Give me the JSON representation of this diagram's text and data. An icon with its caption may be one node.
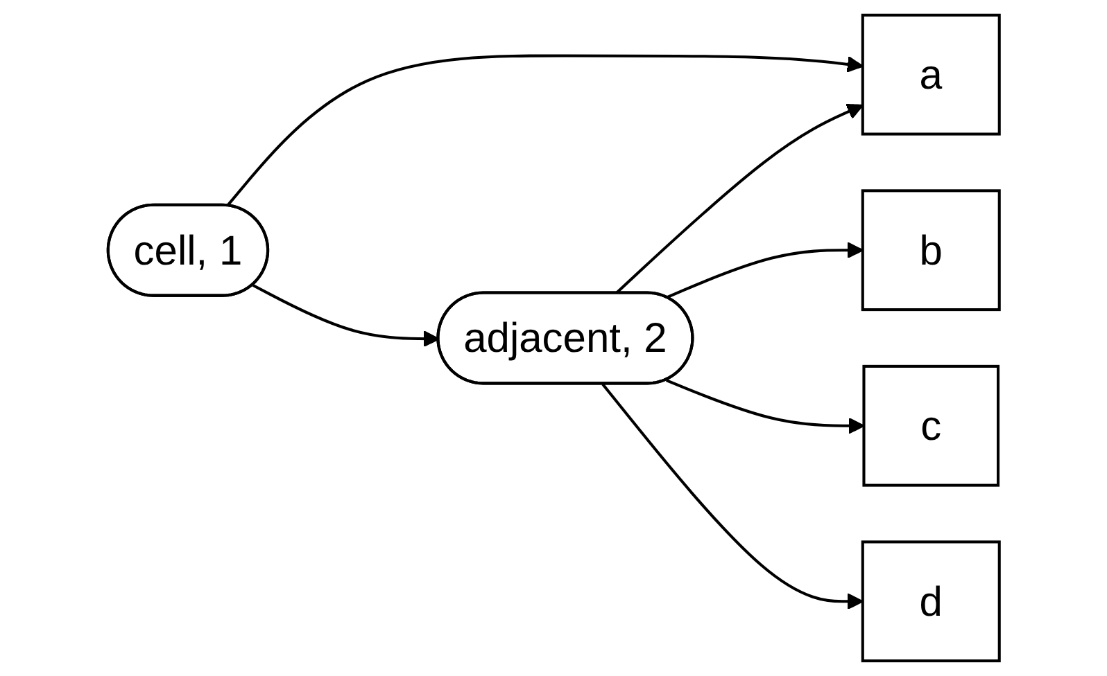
{
  "diagram": {
    "nodes": [
      {
        "text": [
          "cell, 1"
        ]
      },
      {
        "text": [
          "adjacent, 2"
        ]
      },
      {
        "text": [
          "a"
        ]
      },
      {
        "text": [
          "b"
        ]
      },
      {
        "text": [
          "c"
        ]
      },
      {
        "text": [
          "d"
        ]
      }
    ],
    "edges": [
      {
        "from": 0,
        "to": 2,
        "arrow": "to"
      },
      {
        "from": 0,
        "to": 1,
        "arrow": "to"
      },
      {
        "from": 1,
        "to": 2,
        "arrow": "to"
      },
      {
        "from": 1,
        "to": 3,
        "arrow": "to"
      },
      {
        "from": 1,
        "to": 4,
        "arrow": "to"
      },
      {
        "from": 1,
        "to": 5,
        "arrow": "to"
      }
    ]
  }
}
